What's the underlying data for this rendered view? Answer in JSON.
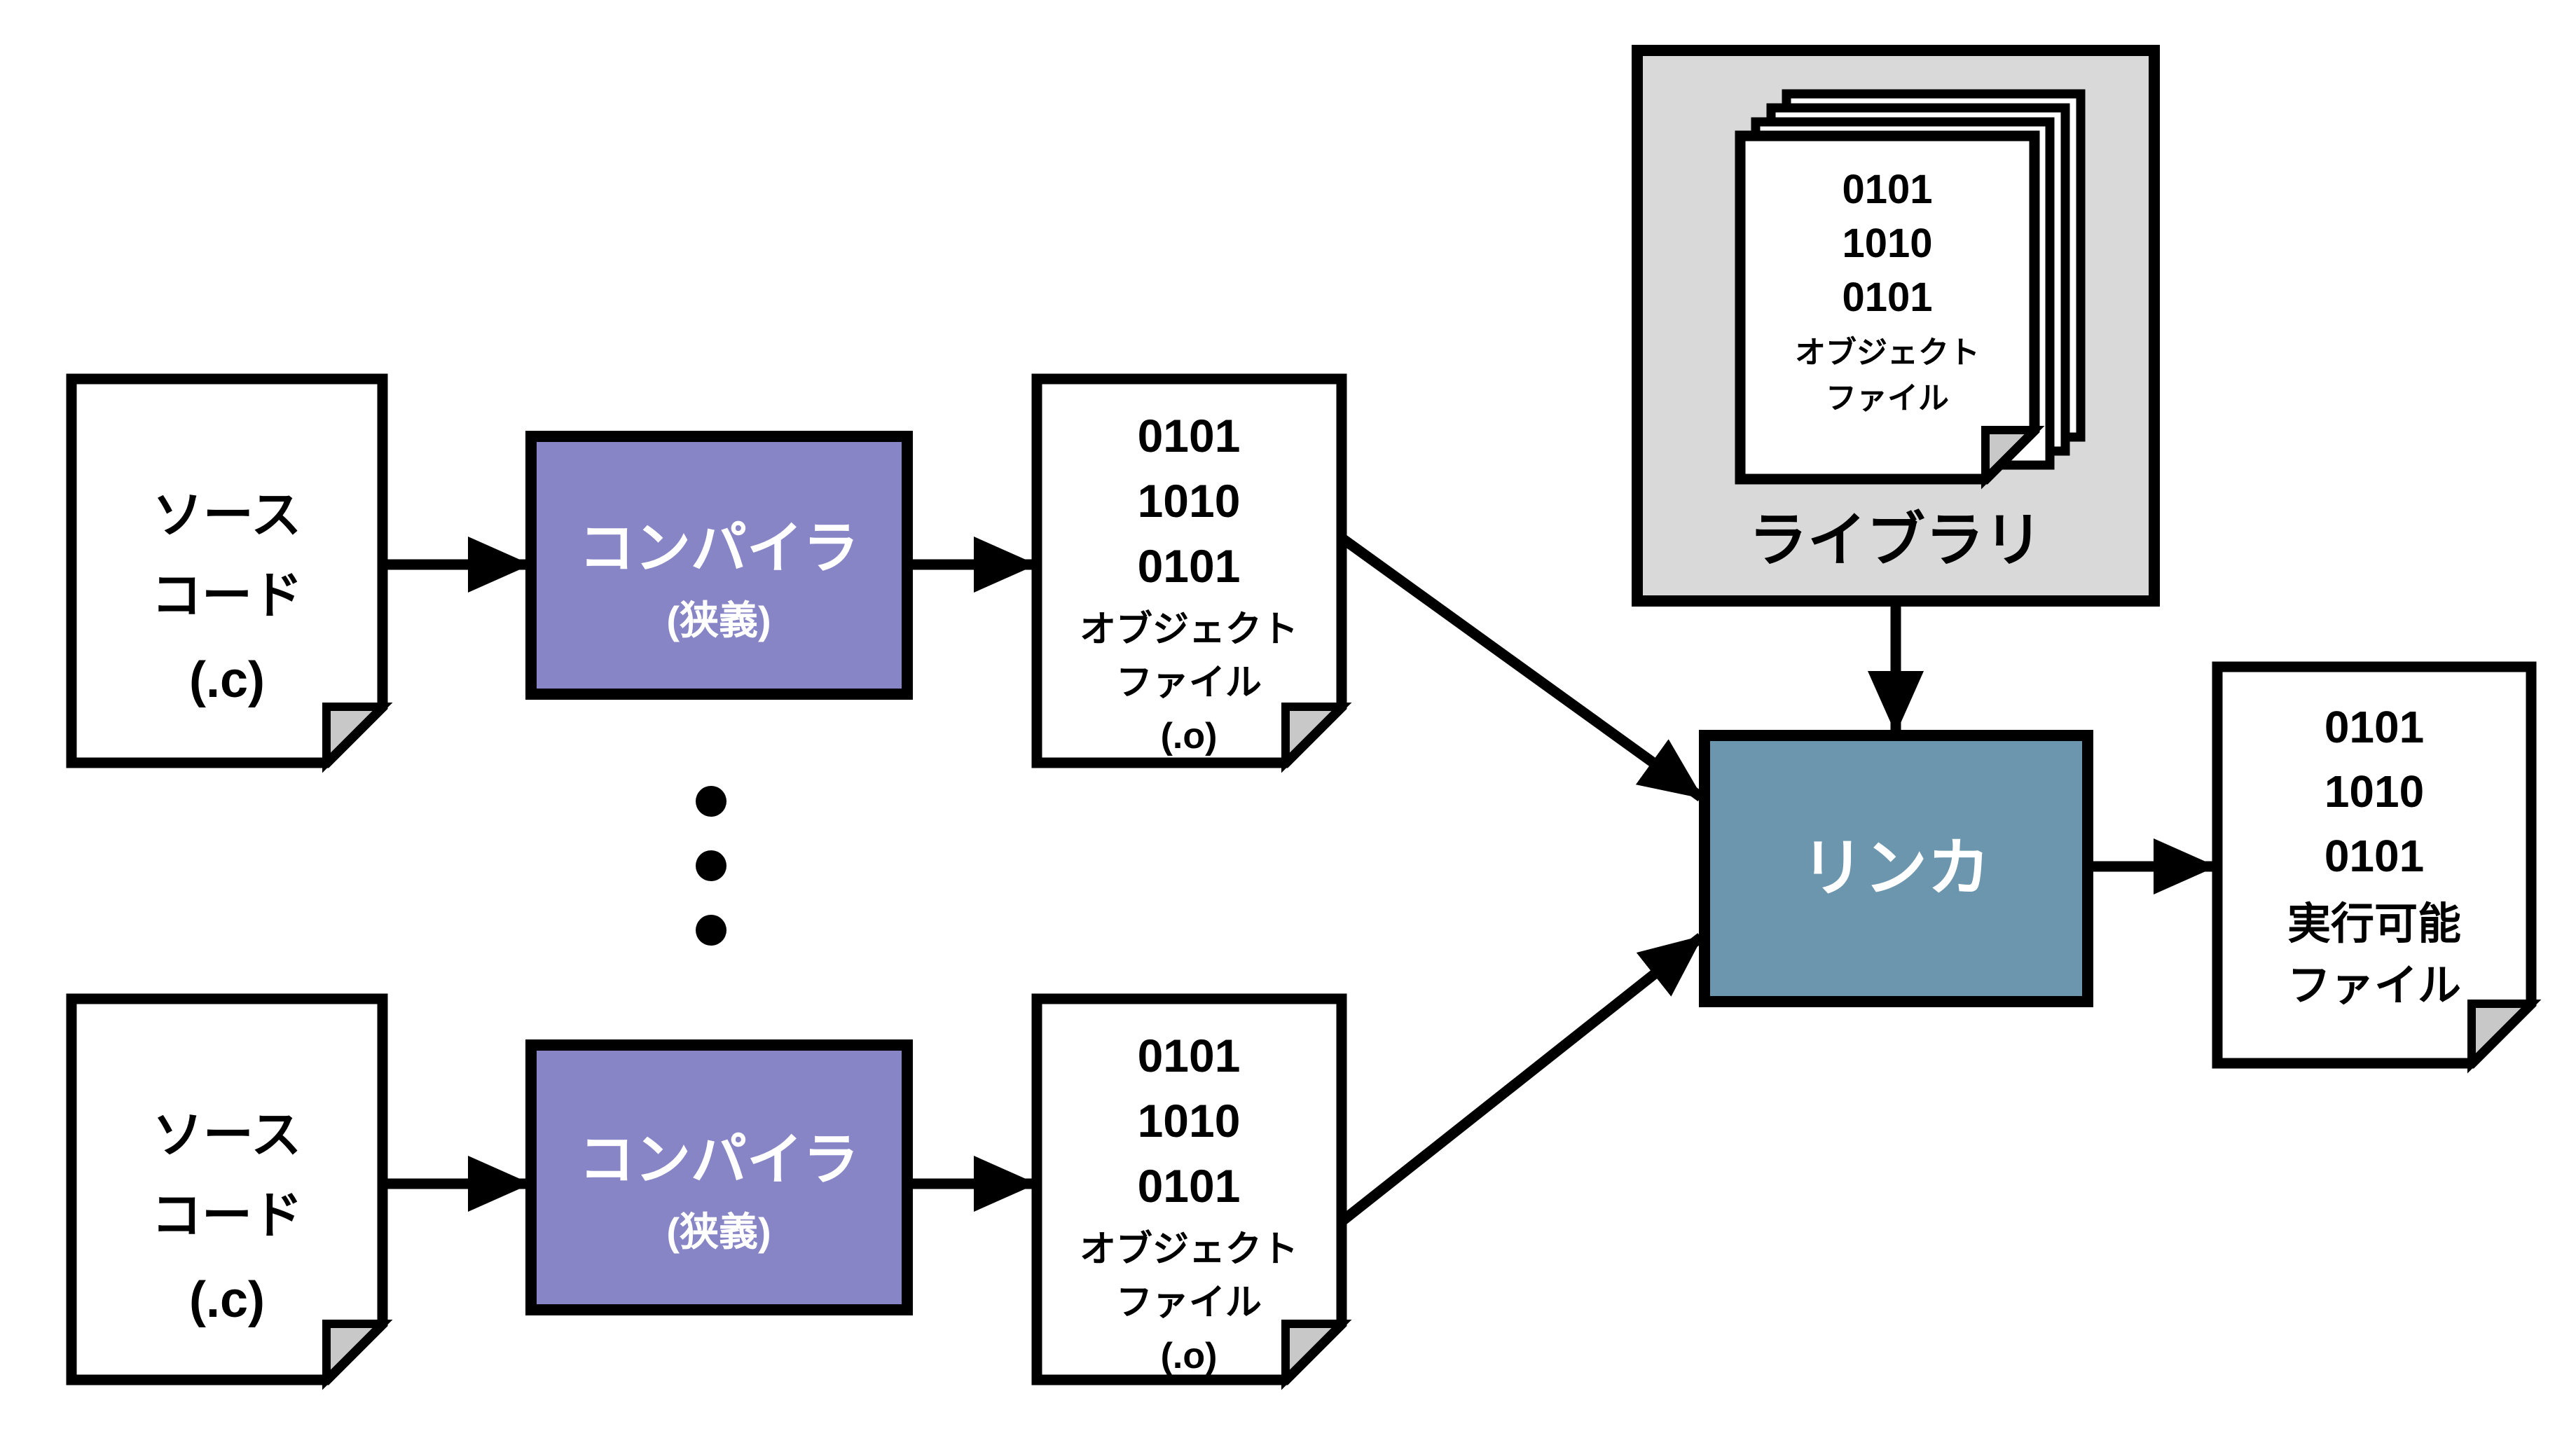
{
  "colors": {
    "compiler_fill": "#8785c6",
    "linker_fill": "#6b96ad",
    "library_fill": "#d9d9d9",
    "page_fill": "#ffffff",
    "fold_fill": "#c8c8c8",
    "line": "#000000",
    "text_dark": "#000000",
    "text_light": "#ffffff"
  },
  "source_files": [
    {
      "name1": "ソース",
      "name2": "コード",
      "ext": "(.c)"
    },
    {
      "name1": "ソース",
      "name2": "コード",
      "ext": "(.c)"
    }
  ],
  "compilers": [
    {
      "title": "コンパイラ",
      "subtitle": "(狭義)"
    },
    {
      "title": "コンパイラ",
      "subtitle": "(狭義)"
    }
  ],
  "object_files": [
    {
      "bits": [
        "0101",
        "1010",
        "0101"
      ],
      "label1": "オブジェクト",
      "label2": "ファイル",
      "ext": "(.o)"
    },
    {
      "bits": [
        "0101",
        "1010",
        "0101"
      ],
      "label1": "オブジェクト",
      "label2": "ファイル",
      "ext": "(.o)"
    }
  ],
  "library": {
    "label": "ライブラリ",
    "page": {
      "bits": [
        "0101",
        "1010",
        "0101"
      ],
      "label1": "オブジェクト",
      "label2": "ファイル"
    }
  },
  "linker": {
    "label": "リンカ"
  },
  "executable": {
    "bits": [
      "0101",
      "1010",
      "0101"
    ],
    "label1": "実行可能",
    "label2": "ファイル"
  }
}
